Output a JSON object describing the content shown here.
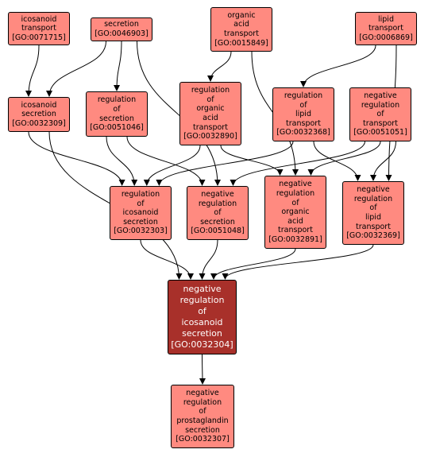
{
  "colors": {
    "node_fill": "#ff8a80",
    "focus_fill": "#a8302a",
    "focus_text": "#ffffff",
    "edge": "#000000"
  },
  "nodes": {
    "n0071715": {
      "label": "icosanoid\ntransport",
      "id": "[GO:0071715]"
    },
    "n0046903": {
      "label": "secretion",
      "id": "[GO:0046903]"
    },
    "n0015849": {
      "label": "organic\nacid\ntransport",
      "id": "[GO:0015849]"
    },
    "n0006869": {
      "label": "lipid\ntransport",
      "id": "[GO:0006869]"
    },
    "n0032309": {
      "label": "icosanoid\nsecretion",
      "id": "[GO:0032309]"
    },
    "n0051046": {
      "label": "regulation\nof\nsecretion",
      "id": "[GO:0051046]"
    },
    "n0032890": {
      "label": "regulation\nof\norganic\nacid\ntransport",
      "id": "[GO:0032890]"
    },
    "n0032368": {
      "label": "regulation\nof\nlipid\ntransport",
      "id": "[GO:0032368]"
    },
    "n0051051": {
      "label": "negative\nregulation\nof\ntransport",
      "id": "[GO:0051051]"
    },
    "n0032303": {
      "label": "regulation\nof\nicosanoid\nsecretion",
      "id": "[GO:0032303]"
    },
    "n0051048": {
      "label": "negative\nregulation\nof\nsecretion",
      "id": "[GO:0051048]"
    },
    "n0032891": {
      "label": "negative\nregulation\nof\norganic\nacid\ntransport",
      "id": "[GO:0032891]"
    },
    "n0032369": {
      "label": "negative\nregulation\nof\nlipid\ntransport",
      "id": "[GO:0032369]"
    },
    "n0032304": {
      "label": "negative\nregulation\nof\nicosanoid\nsecretion",
      "id": "[GO:0032304]"
    },
    "n0032307": {
      "label": "negative\nregulation\nof\nprostaglandin\nsecretion",
      "id": "[GO:0032307]"
    }
  },
  "edges": [
    [
      "n0071715",
      "n0032309"
    ],
    [
      "n0046903",
      "n0032309"
    ],
    [
      "n0046903",
      "n0051046"
    ],
    [
      "n0046903",
      "n0051048"
    ],
    [
      "n0015849",
      "n0032890"
    ],
    [
      "n0015849",
      "n0032891"
    ],
    [
      "n0006869",
      "n0032368"
    ],
    [
      "n0006869",
      "n0032369"
    ],
    [
      "n0032309",
      "n0032303"
    ],
    [
      "n0032309",
      "n0032304"
    ],
    [
      "n0051046",
      "n0032303"
    ],
    [
      "n0051046",
      "n0051048"
    ],
    [
      "n0032890",
      "n0032303"
    ],
    [
      "n0032890",
      "n0032891"
    ],
    [
      "n0032368",
      "n0032303"
    ],
    [
      "n0032368",
      "n0032369"
    ],
    [
      "n0051051",
      "n0051048"
    ],
    [
      "n0051051",
      "n0032891"
    ],
    [
      "n0051051",
      "n0032369"
    ],
    [
      "n0032303",
      "n0032304"
    ],
    [
      "n0051048",
      "n0032304"
    ],
    [
      "n0032891",
      "n0032304"
    ],
    [
      "n0032369",
      "n0032304"
    ],
    [
      "n0032304",
      "n0032307"
    ]
  ]
}
